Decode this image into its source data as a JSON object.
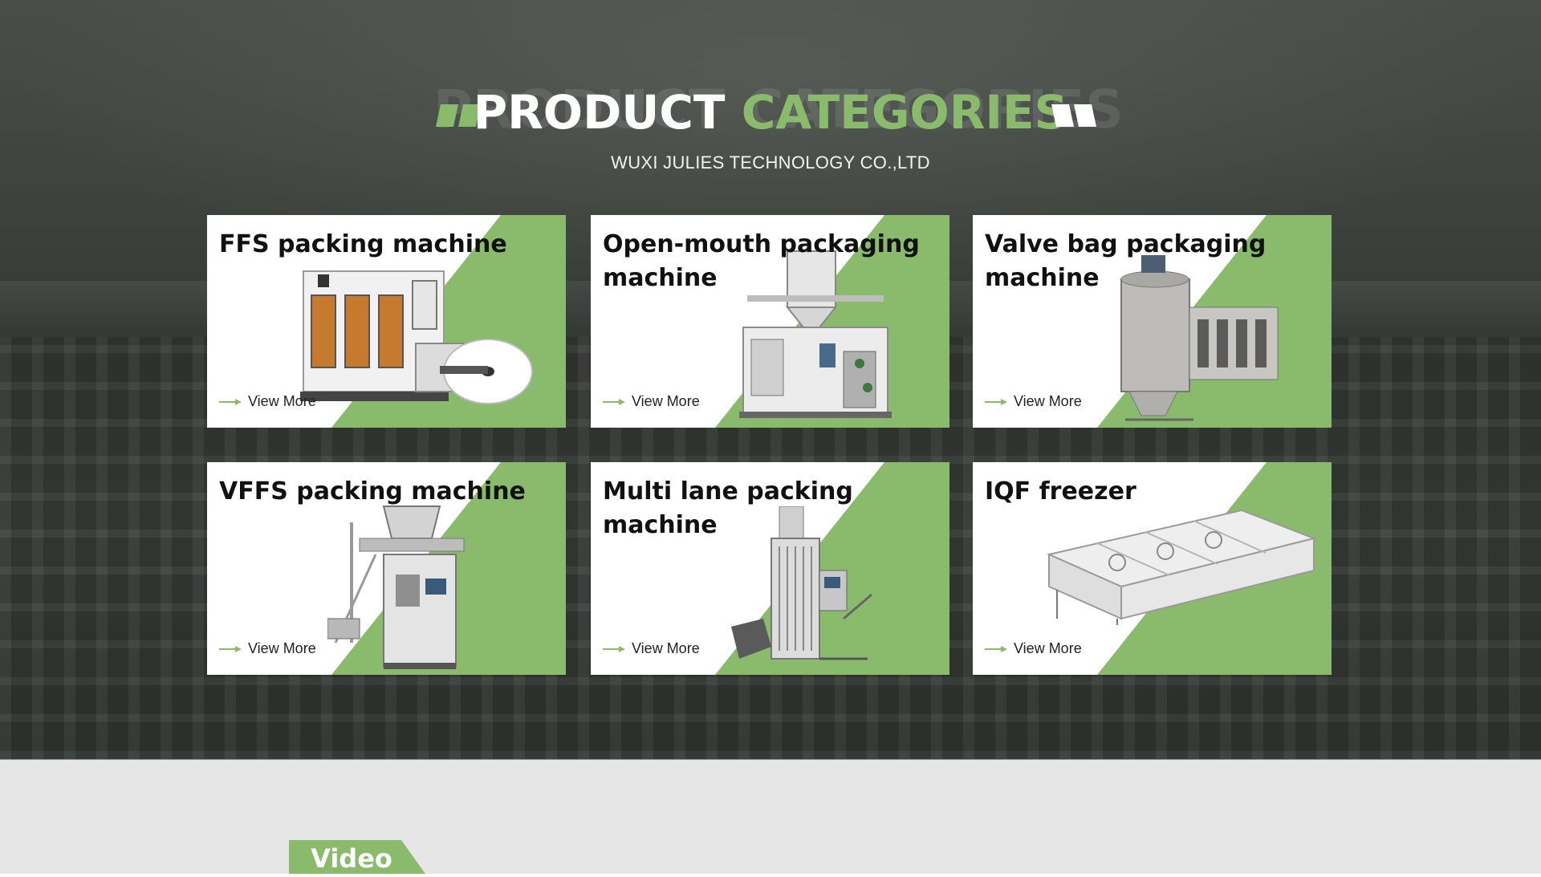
{
  "section": {
    "ghost_title": "PRODUCT CATEGORIES",
    "title_white": "PRODUCT",
    "title_green": "CATEGORIES",
    "subtitle": "WUXI JULIES TECHNOLOGY CO.,LTD"
  },
  "colors": {
    "accent_green": "#8aba6c",
    "card_bg": "#ffffff",
    "lower_bg": "#e6e6e6"
  },
  "cards": [
    {
      "title": "FFS packing machine",
      "more": "View More"
    },
    {
      "title": "Open-mouth packaging machine",
      "more": "View More"
    },
    {
      "title": "Valve bag packaging machine",
      "more": "View More"
    },
    {
      "title": "VFFS packing machine",
      "more": "View More"
    },
    {
      "title": "Multi lane packing machine",
      "more": "View More"
    },
    {
      "title": "IQF freezer",
      "more": "View More"
    }
  ],
  "lower": {
    "tab_label": "Video"
  },
  "icons": {
    "arrow": "arrow-right-icon",
    "heading_deco": "parallelogram-deco-icon"
  }
}
